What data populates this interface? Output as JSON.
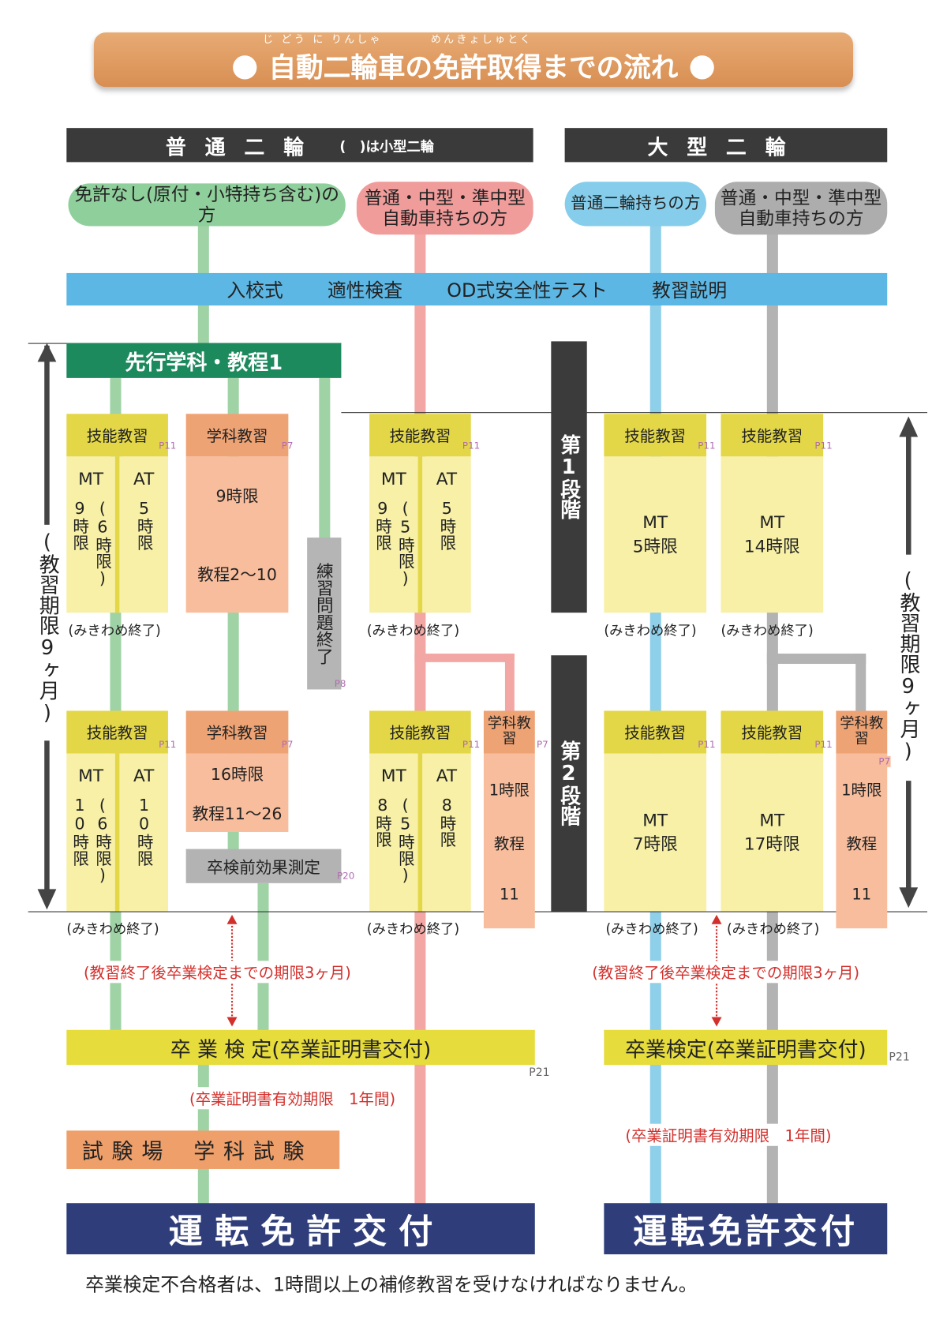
{
  "title": {
    "ruby_left": "じ どう に りんしゃ",
    "ruby_right": "めんきょしゅとく",
    "text": "自動二輪車の免許取得までの流れ"
  },
  "headers": {
    "left": "普通二輪",
    "left_note": "(　)は小型二輪",
    "right": "大型二輪"
  },
  "pills": {
    "no_license": "免許なし(原付・小特持ち含む)の方",
    "car_left": "普通・中型・準中型 自動車持ちの方",
    "moto": "普通二輪持ちの方",
    "car_right": "普通・中型・準中型 自動車持ちの方"
  },
  "intro_band": [
    "入校式",
    "適性検査",
    "OD式安全性テスト",
    "教習説明"
  ],
  "advance": "先行学科・教程1",
  "labels": {
    "skill": "技能教習",
    "academic": "学科教習",
    "academic_short": "学科教習",
    "mikiwame": "(みきわめ終了)",
    "practice_done": "練習問題終了",
    "pre_test": "卒検前効果測定",
    "mt": "MT",
    "at": "AT",
    "p11": "P11",
    "p7": "P7",
    "p8": "P8",
    "p20": "P20",
    "p21": "P21"
  },
  "stage_labels": {
    "stage1": "第1段階",
    "stage2": "第2段階"
  },
  "period": "(教習期限9ヶ月)",
  "stage1": {
    "left_skill": {
      "mt": "9時限",
      "mt_small": "(6時限)",
      "at": "5時限"
    },
    "left_academic": {
      "hours": "9時限",
      "course": "教程2〜10"
    },
    "car_skill": {
      "mt": "9時限",
      "mt_small": "(5時限)",
      "at": "5時限"
    },
    "moto_skill": {
      "mt": "MT",
      "hours": "5時限"
    },
    "car_right_skill": {
      "mt": "MT",
      "hours": "14時限"
    }
  },
  "stage2": {
    "left_skill": {
      "mt": "10時限",
      "mt_small": "(6時限)",
      "at": "10時限"
    },
    "left_academic": {
      "hours": "16時限",
      "course": "教程11〜26"
    },
    "car_skill": {
      "mt": "8時限",
      "mt_small": "(5時限)",
      "at": "8時限"
    },
    "car_academic": {
      "hours": "1時限",
      "course": "教程",
      "num": "11"
    },
    "moto_skill": {
      "mt": "MT",
      "hours": "7時限"
    },
    "car_right_skill": {
      "mt": "MT",
      "hours": "17時限"
    },
    "car_right_academic": {
      "hours": "1時限",
      "course": "教程",
      "num": "11"
    }
  },
  "deadline_note": "(教習終了後卒業検定までの期限3ヶ月)",
  "graduation": {
    "left": "卒 業 検 定(卒業証明書交付)",
    "right": "卒業検定(卒業証明書交付)"
  },
  "validity": "(卒業証明書有効期限　1年間)",
  "exam": "試 験 場　 学 科 試 験",
  "issue": {
    "left": "運 転 免 許 交 付",
    "right": "運転免許交付"
  },
  "footer": "卒業検定不合格者は、1時間以上の補修教習を受けなければなりません。",
  "colors": {
    "green": "#9fd3a6",
    "pink": "#f2a7a4",
    "blue": "#8ecfea",
    "gray": "#b3b3b3",
    "red": "#d2302c",
    "navy": "#2f3e7b"
  }
}
